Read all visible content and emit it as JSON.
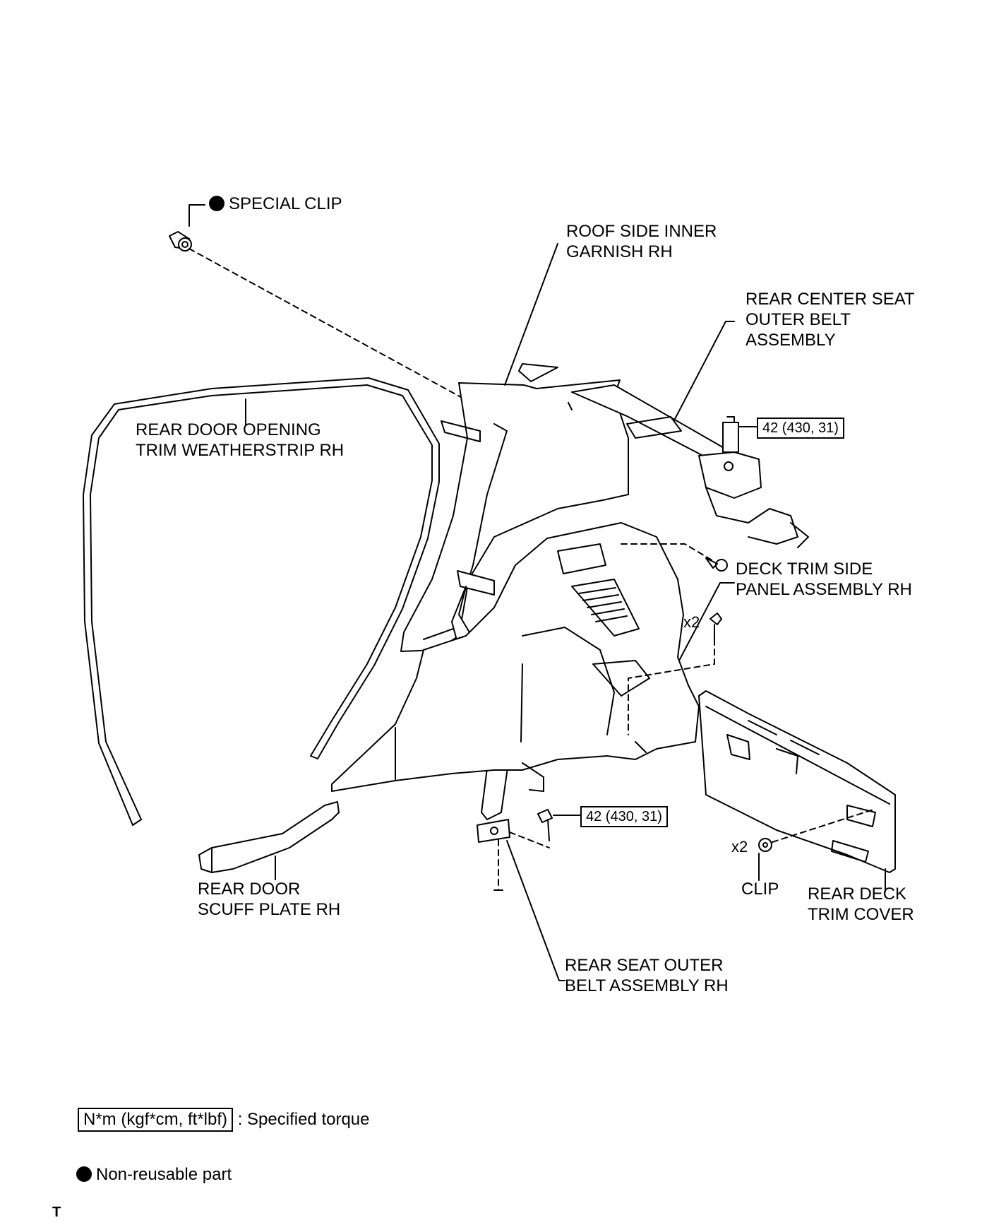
{
  "labels": {
    "special_clip": "SPECIAL CLIP",
    "roof_side_line1": "ROOF SIDE INNER",
    "roof_side_line2": "GARNISH RH",
    "center_belt_line1": "REAR CENTER SEAT",
    "center_belt_line2": "OUTER BELT",
    "center_belt_line3": "ASSEMBLY",
    "weatherstrip_line1": "REAR DOOR OPENING",
    "weatherstrip_line2": "TRIM WEATHERSTRIP RH",
    "deck_side_line1": "DECK TRIM SIDE",
    "deck_side_line2": "PANEL ASSEMBLY RH",
    "scuff_line1": "REAR DOOR",
    "scuff_line2": "SCUFF PLATE RH",
    "outer_belt_line1": "REAR SEAT OUTER",
    "outer_belt_line2": "BELT ASSEMBLY RH",
    "clip": "CLIP",
    "deck_cover_line1": "REAR DECK",
    "deck_cover_line2": "TRIM COVER"
  },
  "quantities": {
    "deck_side_bolts": "x2",
    "clips": "x2"
  },
  "torques": {
    "center_belt": "42 (430, 31)",
    "outer_belt": "42 (430, 31)"
  },
  "legend": {
    "torque_unit": "N*m (kgf*cm, ft*lbf)",
    "torque_desc": ": Specified torque",
    "non_reusable": "Non-reusable part"
  },
  "footer_mark": "T"
}
